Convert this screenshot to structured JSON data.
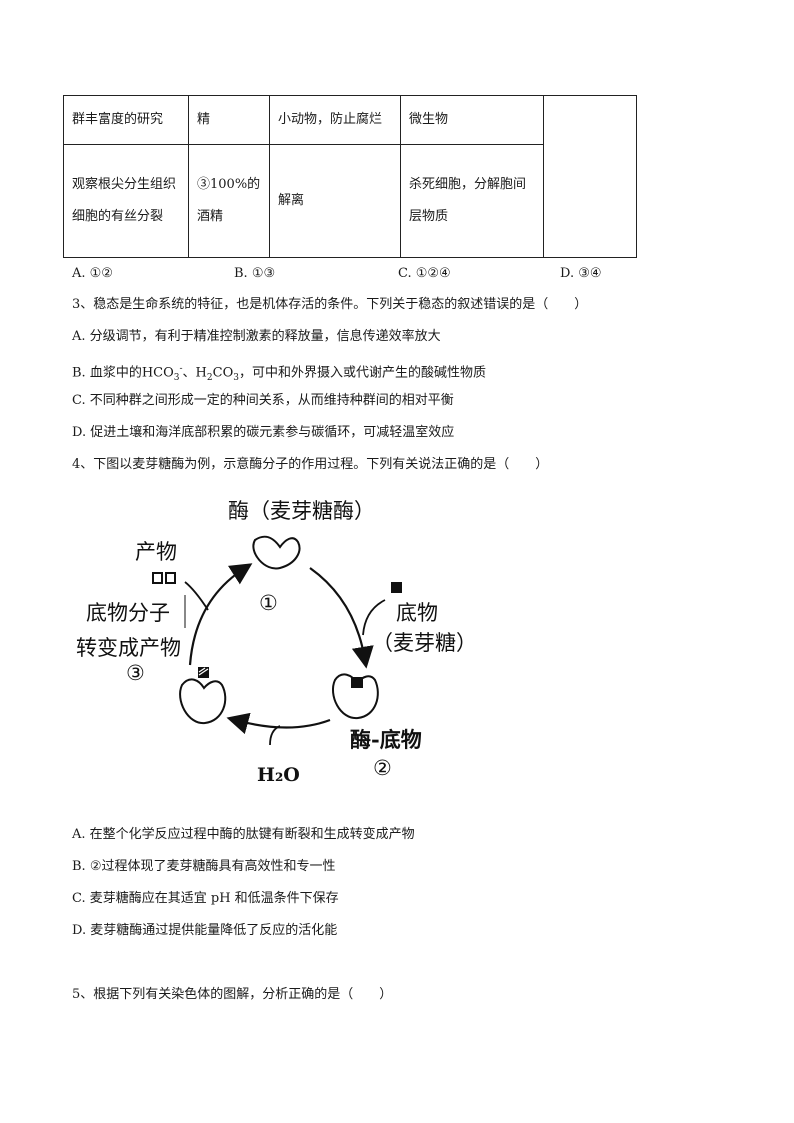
{
  "table": {
    "rows": [
      [
        "群丰富度的研究",
        "精",
        "小动物，防止腐烂",
        "微生物",
        ""
      ],
      [
        "观察根尖分生组织细胞的有丝分裂",
        "③100%的酒精",
        "解离",
        "杀死细胞，分解胞间层物质",
        ""
      ]
    ]
  },
  "q2_options": [
    "A. ①②",
    "B. ①③",
    "C. ①②④",
    "D. ③④"
  ],
  "q3": {
    "stem": "3、稳态是生命系统的特征，也是机体存活的条件。下列关于稳态的叙述错误的是（　　）",
    "A": "A. 分级调节，有利于精准控制激素的释放量，信息传递效率放大",
    "B_pre": "B. 血浆中的HCO",
    "B_sub1": "3",
    "B_sup": "-",
    "B_mid": "、H",
    "B_sub2": "2",
    "B_mid2": "CO",
    "B_sub3": "3",
    "B_post": "，可中和外界摄入或代谢产生的酸碱性物质",
    "C": "C. 不同种群之间形成一定的种间关系，从而维持种群间的相对平衡",
    "D": "D. 促进土壤和海洋底部积累的碳元素参与碳循环，可减轻温室效应"
  },
  "q4": {
    "stem": "4、下图以麦芽糖酶为例，示意酶分子的作用过程。下列有关说法正确的是（　　）",
    "diagram": {
      "enzyme_title": "酶（麦芽糖酶）",
      "step1": "①",
      "product": "产物",
      "substrate": "底物",
      "substrate_paren": "（麦芽糖）",
      "convert_line1": "底物分子",
      "convert_line2": "转变成产物",
      "step3": "③",
      "complex": "酶-底物",
      "step2": "②",
      "water": "H₂O"
    },
    "A": "A. 在整个化学反应过程中酶的肽键有断裂和生成转变成产物",
    "B": "B. ②过程体现了麦芽糖酶具有高效性和专一性",
    "C": "C. 麦芽糖酶应在其适宜 pH 和低温条件下保存",
    "D": "D. 麦芽糖酶通过提供能量降低了反应的活化能"
  },
  "q5": {
    "stem": "5、根据下列有关染色体的图解，分析正确的是（　　）"
  }
}
